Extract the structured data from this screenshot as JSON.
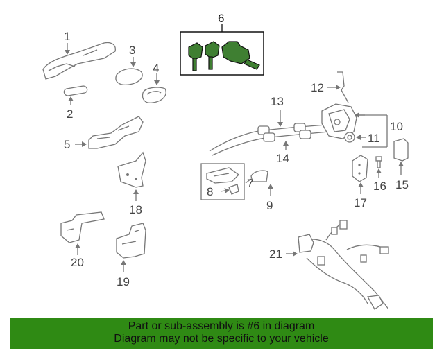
{
  "callouts": {
    "c1": "1",
    "c2": "2",
    "c3": "3",
    "c4": "4",
    "c5": "5",
    "c6": "6",
    "c7": "7",
    "c8": "8",
    "c9": "9",
    "c10": "10",
    "c11": "11",
    "c12": "12",
    "c13": "13",
    "c14": "14",
    "c15": "15",
    "c16": "16",
    "c17": "17",
    "c18": "18",
    "c19": "19",
    "c20": "20",
    "c21": "21"
  },
  "footer": {
    "line1": "Part or sub-assembly is #6 in diagram",
    "line2": "Diagram may not be specific to your vehicle"
  },
  "colors": {
    "highlight_green": "#3f7f32",
    "footer_green": "#2f8a14",
    "line_gray": "#777777"
  }
}
